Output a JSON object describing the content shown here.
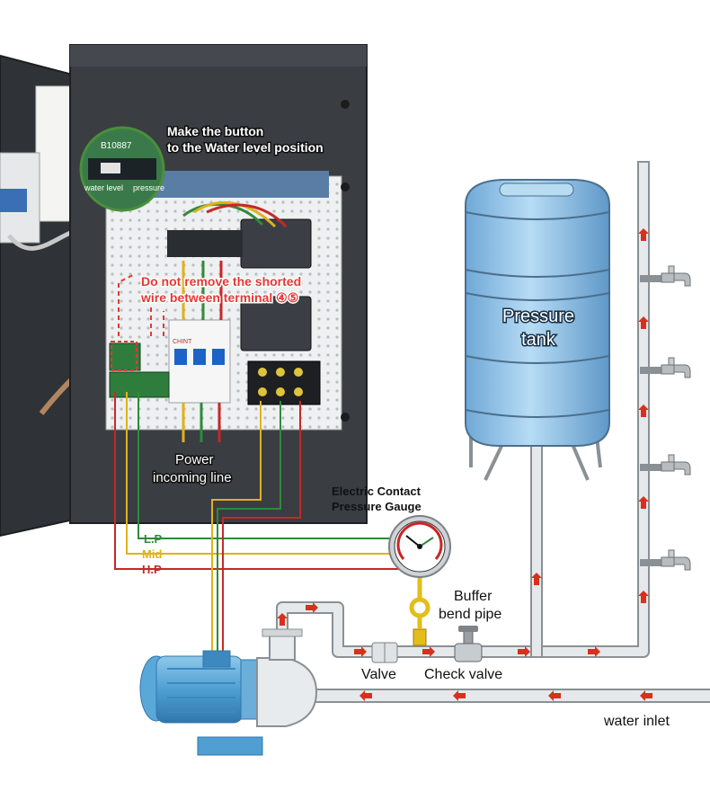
{
  "annotations": {
    "button_note": [
      "Make the button",
      "to the Water level position"
    ],
    "shorted_note": [
      "Do not remove the shorted",
      "wire between terminal ④⑤"
    ],
    "power_line": [
      "Power",
      "incoming line"
    ],
    "switch_left": "water level",
    "switch_right": "pressure",
    "board_code": "B10887",
    "breaker_brand": "CHINT"
  },
  "components": {
    "tank": [
      "Pressure",
      "tank"
    ],
    "gauge": [
      "Electric Contact",
      "Pressure Gauge"
    ],
    "buffer": [
      "Buffer",
      "bend pipe"
    ],
    "valve": "Valve",
    "check_valve": "Check valve",
    "water_inlet": "water inlet"
  },
  "wires": {
    "lp": "L.P",
    "mid": "Mid",
    "hp": "H.P"
  },
  "colors": {
    "wire_green": "#2e8b3a",
    "wire_yellow": "#e0b21a",
    "wire_red": "#c62828",
    "tank_blue": "#8fc2e8",
    "pipe": "#d9dde0",
    "flow_arrow": "#d8301e",
    "cabinet": "#3a3d42"
  },
  "icons": [
    "faucet-icon",
    "flow-arrow-icon",
    "pump-icon",
    "pressure-gauge-icon"
  ]
}
